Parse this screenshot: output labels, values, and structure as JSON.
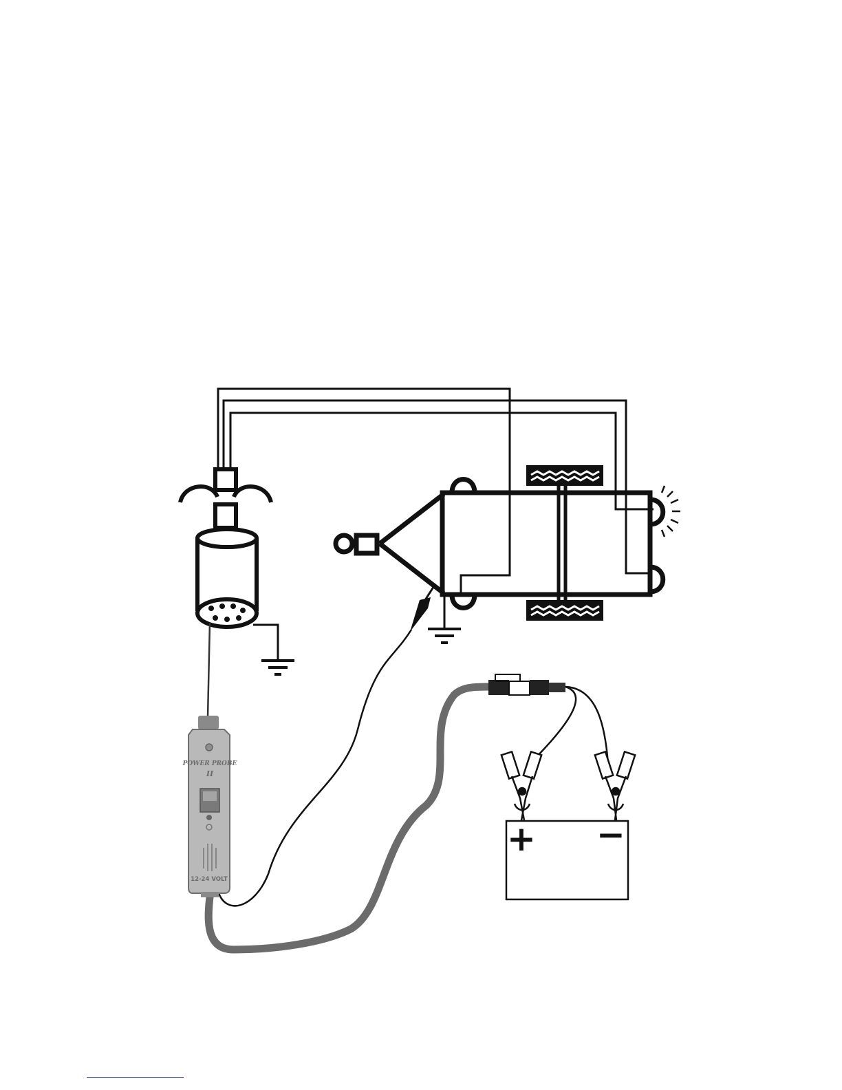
{
  "colors": {
    "ink": "#111111",
    "probe_body": "#b9b9b9",
    "probe_dark": "#6f6f6f",
    "cable": "#6b6b6b",
    "footer_rule": "#2a3fbf"
  },
  "probe": {
    "brand": "POWER PROBE",
    "model": "II",
    "voltage": "12-24 VOLT"
  },
  "battery": {
    "positive": "+",
    "negative": "−"
  },
  "icons": [
    "ground-symbol-icon",
    "light-rays-icon",
    "battery-clamp-icon",
    "power-probe-icon",
    "trailer-plug-icon"
  ]
}
